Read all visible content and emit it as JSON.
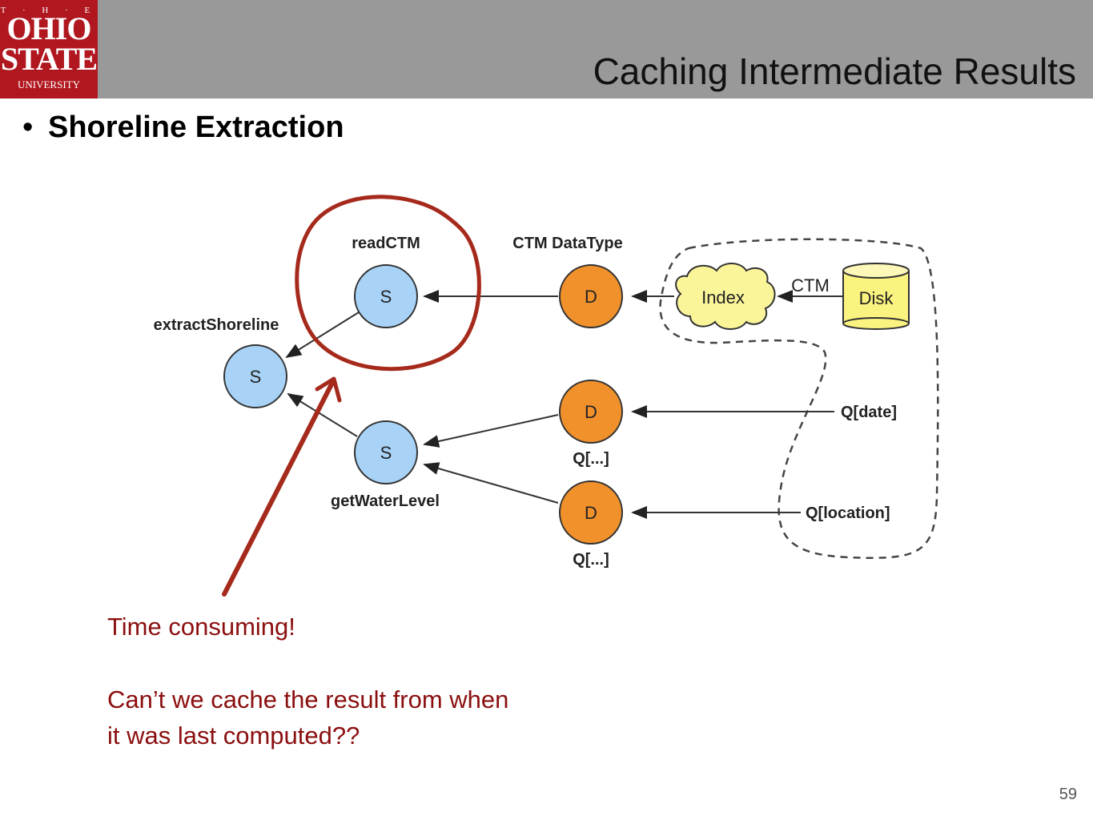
{
  "header": {
    "logo": {
      "line1": "T · H · E",
      "line2a": "OHIO",
      "line2b": "STATE",
      "line3": "UNIVERSITY"
    },
    "title": "Caching Intermediate Results"
  },
  "bullet": {
    "marker": "•",
    "text": "Shoreline Extraction"
  },
  "diagram": {
    "service_letter": "S",
    "data_letter": "D",
    "labels": {
      "readctm": "readCTM",
      "ctm_datatype": "CTM DataType",
      "extract_shoreline": "extractShoreline",
      "get_water_level": "getWaterLevel",
      "q_date": "Q[date]",
      "q_location": "Q[location]",
      "q_dots_1": "Q[...]",
      "q_dots_2": "Q[...]",
      "index": "Index",
      "ctm_edge": "CTM",
      "disk": "Disk"
    },
    "colors": {
      "service_fill": "#a8d3f7",
      "data_fill": "#f0912c",
      "index_fill": "#fbf59a",
      "disk_fill": "#fbf380",
      "annotation": "#a52a1c"
    }
  },
  "annotation": {
    "line1": "Time consuming!",
    "line2": "Can’t we cache the result from when",
    "line3": "it was last computed??"
  },
  "page_number": "59"
}
